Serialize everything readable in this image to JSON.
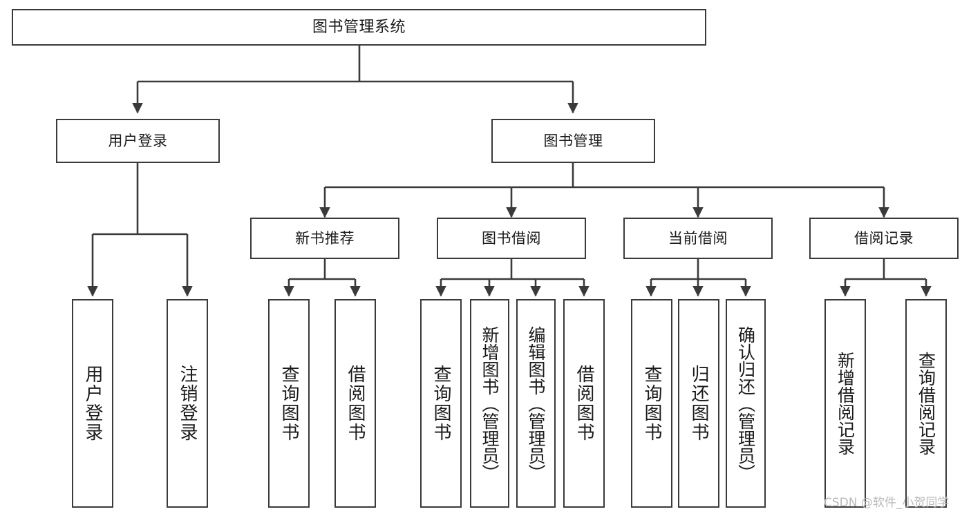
{
  "diagram": {
    "title": "图书管理系统",
    "watermark": "CSDN @软件_小贺同学",
    "colors": {
      "box_border": "#3a3a3a",
      "box_fill": "#ffffff",
      "edge": "#3a3a3a",
      "text": "#1a1a1a",
      "watermark": "#b9b9b9",
      "background": "#ffffff"
    },
    "root": {
      "label": "图书管理系统"
    },
    "branches": [
      {
        "key": "user_login",
        "label": "用户登录"
      },
      {
        "key": "book_manage",
        "label": "图书管理"
      }
    ],
    "subbranches": [
      {
        "key": "new_book",
        "label": "新书推荐"
      },
      {
        "key": "borrow",
        "label": "图书借阅"
      },
      {
        "key": "current_borrow",
        "label": "当前借阅"
      },
      {
        "key": "borrow_record",
        "label": "借阅记录"
      }
    ],
    "leaves": {
      "user_login": [
        {
          "label": "用户登录"
        },
        {
          "label": "注销登录"
        }
      ],
      "new_book": [
        {
          "label": "查询图书"
        },
        {
          "label": "借阅图书"
        }
      ],
      "borrow": [
        {
          "label": "查询图书"
        },
        {
          "label": "新增图书（管理员）"
        },
        {
          "label": "编辑图书（管理员）"
        },
        {
          "label": "借阅图书"
        }
      ],
      "current_borrow": [
        {
          "label": "查询图书"
        },
        {
          "label": "归还图书"
        },
        {
          "label": "确认归还（管理员）"
        }
      ],
      "borrow_record": [
        {
          "label": "新增借阅记录"
        },
        {
          "label": "查询借阅记录"
        }
      ]
    }
  }
}
